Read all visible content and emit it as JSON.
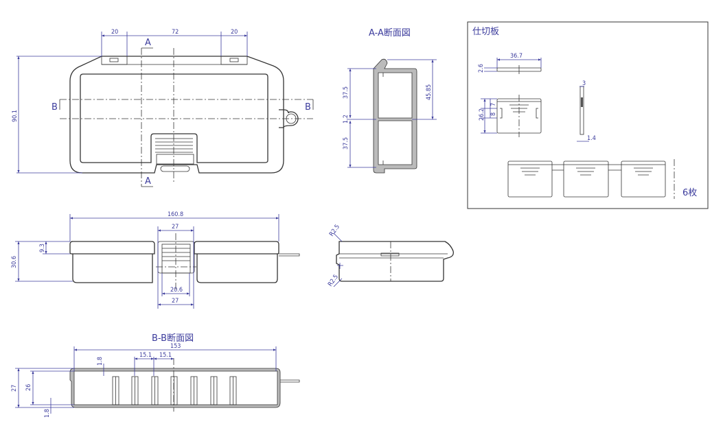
{
  "colors": {
    "dimension": "#3b3b9c",
    "outline": "#333333"
  },
  "top_view": {
    "dims": {
      "left_tab": "20",
      "center": "72",
      "right_tab": "20",
      "height": "90.1"
    },
    "section_a": "A",
    "section_b": "B"
  },
  "aa_section": {
    "title": "A-A断面図",
    "dims": {
      "upper": "37.5",
      "divider": "1.2",
      "lower": "37.5",
      "depth": "45.85"
    }
  },
  "partition": {
    "title": "仕切板",
    "dims": {
      "length": "36.7",
      "thickness": "2.6",
      "height": "26.2",
      "slot_upper": "7",
      "slot_lower": "8",
      "side_top": "3",
      "side_bottom": "1.4"
    },
    "quantity": "6枚"
  },
  "front_view": {
    "dims": {
      "width": "160.8",
      "latch_top": "27",
      "height": "30.6",
      "lid": "9.3",
      "latch_inner": "20.6",
      "latch_bottom": "27"
    }
  },
  "side_view": {
    "dims": {
      "radius_top": "R2.5",
      "radius_bottom": "R2.5"
    }
  },
  "bb_section": {
    "title": "B-B断面図",
    "dims": {
      "inner_width": "153",
      "pitch1": "15.1",
      "pitch2": "15.1",
      "wall_top": "1.8",
      "outer_height": "27",
      "inner_height": "26",
      "wall_bottom": "1.8"
    }
  }
}
